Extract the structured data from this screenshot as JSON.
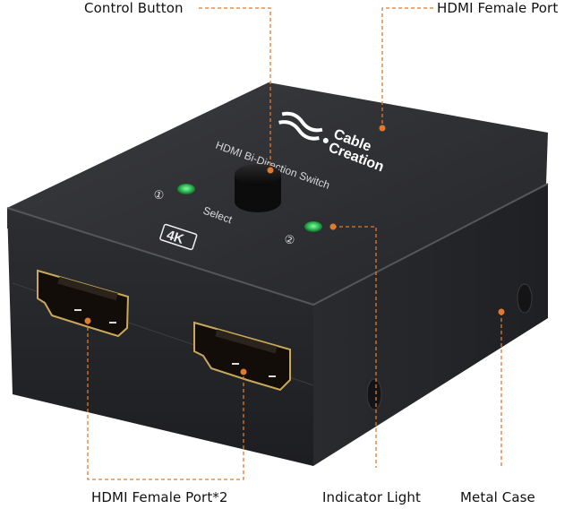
{
  "labels": {
    "control_button": "Control Button",
    "hdmi_female_port": "HDMI Female Port",
    "hdmi_female_port_x2": "HDMI Female Port*2",
    "indicator_light": "Indicator Light",
    "metal_case": "Metal Case"
  },
  "device": {
    "brand_line1": "Cable",
    "brand_line2": "Creation",
    "model_text": "HDMI Bi-Direction Switch",
    "select_text": "Select",
    "port1_marker": "①",
    "port2_marker": "②",
    "badge_4k": "4K"
  },
  "colors": {
    "callout": "#e07a2e",
    "case": "#2b2c2e",
    "led": "#2fbf55",
    "port_gold": "#c9a85a"
  }
}
